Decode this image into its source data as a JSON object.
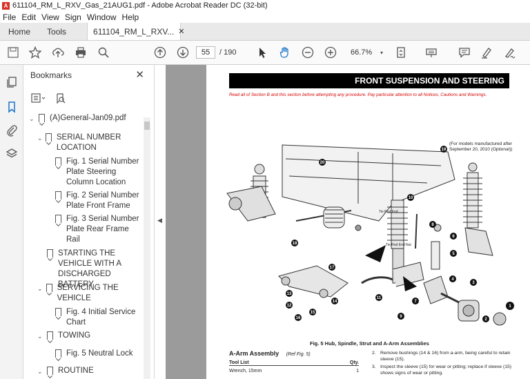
{
  "window": {
    "title": "611104_RM_L_RXV_Gas_21AUG1.pdf - Adobe Acrobat Reader DC (32-bit)"
  },
  "menu": [
    "File",
    "Edit",
    "View",
    "Sign",
    "Window",
    "Help"
  ],
  "tabs": {
    "home": "Home",
    "tools": "Tools",
    "doc": "611104_RM_L_RXV..."
  },
  "toolbar": {
    "page_current": "55",
    "page_total": "/ 190",
    "zoom": "66.7%"
  },
  "bookmarks": {
    "title": "Bookmarks",
    "items": [
      {
        "label": "(A)General-Jan09.pdf",
        "chev": "v"
      },
      {
        "label": "SERIAL NUMBER LOCATION",
        "chev": "v"
      },
      {
        "label": "Fig. 1 Serial Number Plate Steering Column Location",
        "chev": ""
      },
      {
        "label": "Fig. 2 Serial Number Plate Front Frame",
        "chev": ""
      },
      {
        "label": "Fig. 3 Serial Number Plate Rear Frame Rail",
        "chev": ""
      },
      {
        "label": "STARTING THE VEHICLE WITH A DISCHARGED BATTERY",
        "chev": ""
      },
      {
        "label": "SERVICING THE VEHICLE",
        "chev": "v"
      },
      {
        "label": "Fig. 4 Initial Service Chart",
        "chev": ""
      },
      {
        "label": "TOWING",
        "chev": "v"
      },
      {
        "label": "Fig. 5 Neutral Lock",
        "chev": ""
      },
      {
        "label": "ROUTINE",
        "chev": "v"
      }
    ]
  },
  "document": {
    "section_title": "FRONT SUSPENSION AND STEERING",
    "section_note": "Read all of Section B and this section before attempting any procedure. Pay particular attention to all Notices, Cautions and Warnings.",
    "figure_note": "(For models manufactured after September 20, 2010 (Optional))",
    "labels": {
      "tie_rod_end": "Tie Rod End",
      "tie_rod_end_nut": "Tie Rod End Nut"
    },
    "figure_caption": "Fig. 5  Hub, Spindle, Strut and A-Arm Assemblies",
    "subsection": "A-Arm Assembly",
    "subsection_ref": "(Ref Fig. 5)",
    "tool_list_header": "Tool List",
    "qty_header": "Qty.",
    "tool_row": {
      "name": "Wrench, 15mm",
      "qty": "1"
    },
    "steps": [
      {
        "n": "2.",
        "text": "Remove bushings (14 & 16) from a-arm, being careful to retain sleeve (15)."
      },
      {
        "n": "3.",
        "text": "Inspect the sleeve (15) for wear or pitting; replace if sleeve (15) shows signs of wear or pitting."
      }
    ],
    "callouts": [
      "1",
      "2",
      "3",
      "4",
      "5",
      "6",
      "7",
      "8",
      "9",
      "10",
      "11",
      "12",
      "13",
      "14",
      "15",
      "16",
      "17",
      "18",
      "19",
      "20"
    ]
  }
}
